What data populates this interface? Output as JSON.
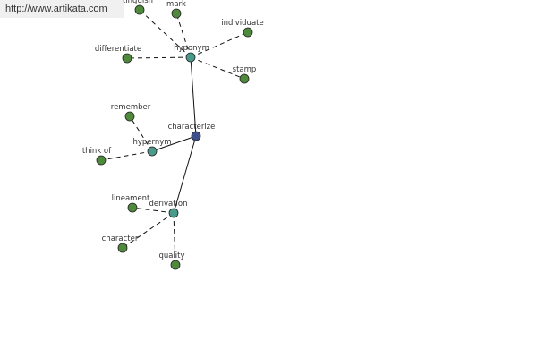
{
  "watermark": {
    "text": "http://www.artikata.com"
  },
  "colors": {
    "center": "#3d4f8a",
    "relation": "#4a9a8c",
    "leaf": "#4f8a3c"
  },
  "graph": {
    "nodes": [
      {
        "id": "characterize",
        "label": "characterize",
        "kind": "center"
      },
      {
        "id": "hyponym",
        "label": "hyponym",
        "kind": "relation"
      },
      {
        "id": "hypernym",
        "label": "hypernym",
        "kind": "relation"
      },
      {
        "id": "derivation",
        "label": "derivation",
        "kind": "relation"
      },
      {
        "id": "distinguish",
        "label": "tinguish",
        "kind": "leaf"
      },
      {
        "id": "mark",
        "label": "mark",
        "kind": "leaf"
      },
      {
        "id": "individuate",
        "label": "individuate",
        "kind": "leaf"
      },
      {
        "id": "differentiate",
        "label": "differentiate",
        "kind": "leaf"
      },
      {
        "id": "stamp",
        "label": "stamp",
        "kind": "leaf"
      },
      {
        "id": "remember",
        "label": "remember",
        "kind": "leaf"
      },
      {
        "id": "think-of",
        "label": "think of",
        "kind": "leaf"
      },
      {
        "id": "lineament",
        "label": "lineament",
        "kind": "leaf"
      },
      {
        "id": "character",
        "label": "character",
        "kind": "leaf"
      },
      {
        "id": "quality",
        "label": "quality",
        "kind": "leaf"
      }
    ],
    "edges": [
      {
        "from": "characterize",
        "to": "hyponym",
        "style": "solid"
      },
      {
        "from": "characterize",
        "to": "hypernym",
        "style": "solid"
      },
      {
        "from": "characterize",
        "to": "derivation",
        "style": "solid"
      },
      {
        "from": "hyponym",
        "to": "distinguish",
        "style": "dashed"
      },
      {
        "from": "hyponym",
        "to": "mark",
        "style": "dashed"
      },
      {
        "from": "hyponym",
        "to": "individuate",
        "style": "dashed"
      },
      {
        "from": "hyponym",
        "to": "differentiate",
        "style": "dashed"
      },
      {
        "from": "hyponym",
        "to": "stamp",
        "style": "dashed"
      },
      {
        "from": "hypernym",
        "to": "remember",
        "style": "dashed"
      },
      {
        "from": "hypernym",
        "to": "think-of",
        "style": "dashed"
      },
      {
        "from": "derivation",
        "to": "lineament",
        "style": "dashed"
      },
      {
        "from": "derivation",
        "to": "character",
        "style": "dashed"
      },
      {
        "from": "derivation",
        "to": "quality",
        "style": "dashed"
      }
    ]
  }
}
